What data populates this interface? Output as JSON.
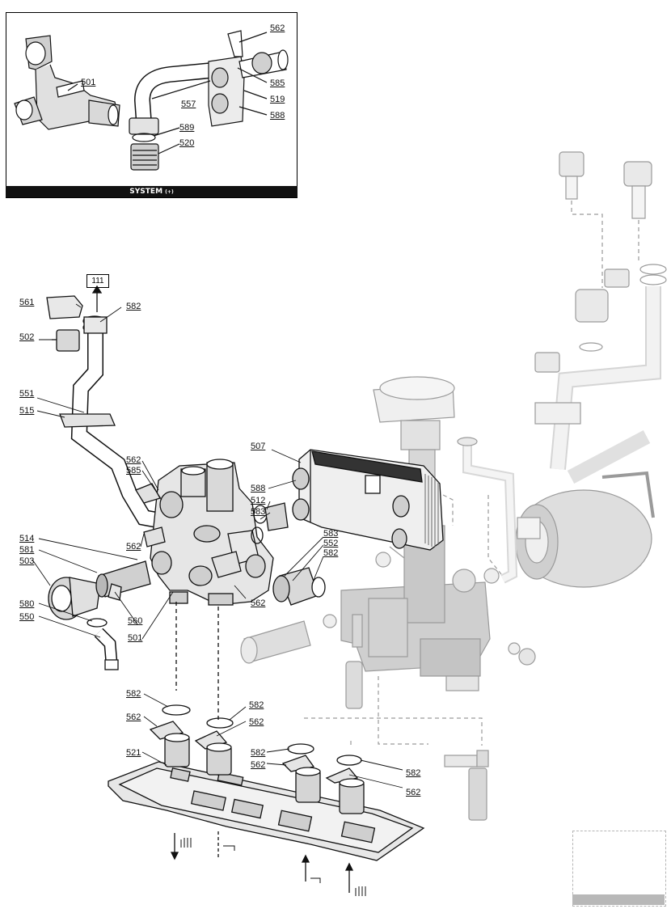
{
  "inset": {
    "footer_label": "SYSTEM",
    "footer_suffix": "(+)"
  },
  "reference_box": "111",
  "callouts": {
    "c562_inset": "562",
    "c501_inset": "501",
    "c585_inset": "585",
    "c557": "557",
    "c519": "519",
    "c588_inset": "588",
    "c589": "589",
    "c520": "520",
    "c561": "561",
    "c582_top": "582",
    "c502": "502",
    "c551": "551",
    "c515": "515",
    "c562_a": "562",
    "c585": "585",
    "c507": "507",
    "c588": "588",
    "c512": "512",
    "c583_a": "583",
    "c514": "514",
    "c581": "581",
    "c562_b": "562",
    "c503": "503",
    "c583_b": "583",
    "c552": "552",
    "c582_mid": "582",
    "c562_c": "562",
    "c560": "560",
    "c580": "580",
    "c550": "550",
    "c501": "501",
    "c582_l1": "582",
    "c582_l2": "582",
    "c562_l1": "562",
    "c562_l2": "562",
    "c521": "521",
    "c582_l3": "582",
    "c562_l3": "562",
    "c582_l4": "582",
    "c562_l4": "562"
  },
  "colors": {
    "line": "#111111",
    "ghost": "#9a9a9a",
    "ghost_fill": "#e4e4e4",
    "dark_fill": "#bdbdbd",
    "footer_bg": "#111111"
  }
}
